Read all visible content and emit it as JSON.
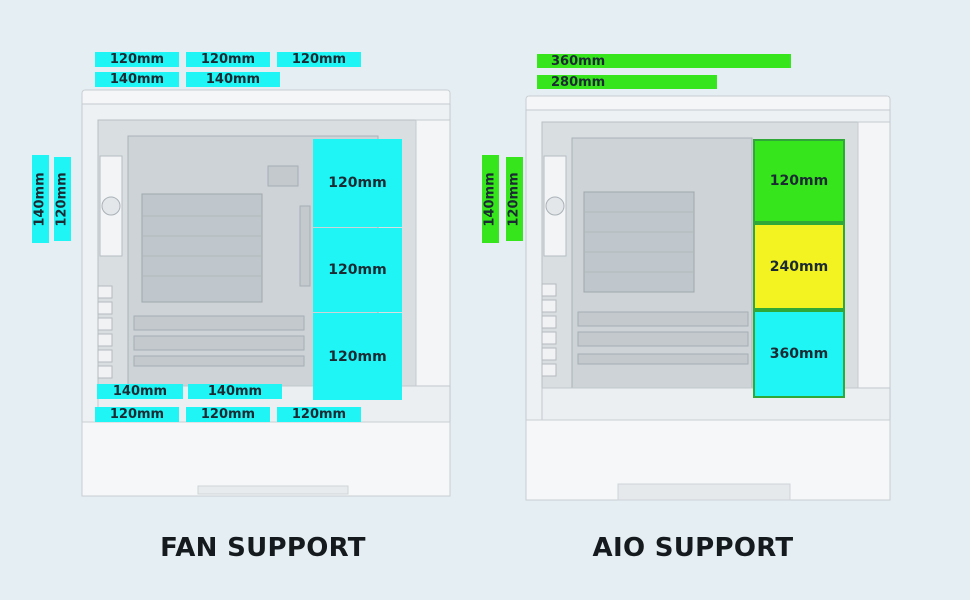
{
  "fan": {
    "title": "FAN SUPPORT",
    "top_row1": [
      "120mm",
      "120mm",
      "120mm"
    ],
    "top_row2": [
      "140mm",
      "140mm"
    ],
    "side": [
      "140mm",
      "120mm"
    ],
    "front": [
      "120mm",
      "120mm",
      "120mm"
    ],
    "bottom_row1": [
      "140mm",
      "140mm"
    ],
    "bottom_row2": [
      "120mm",
      "120mm",
      "120mm"
    ]
  },
  "aio": {
    "title": "AIO SUPPORT",
    "top": [
      "360mm",
      "280mm"
    ],
    "side": [
      "140mm",
      "120mm"
    ],
    "front": [
      "120mm",
      "240mm",
      "360mm"
    ]
  },
  "colors": {
    "cyan": "#1ff5f5",
    "green": "#36e51b",
    "yellow": "#f3f321",
    "background": "#e5eef3"
  }
}
